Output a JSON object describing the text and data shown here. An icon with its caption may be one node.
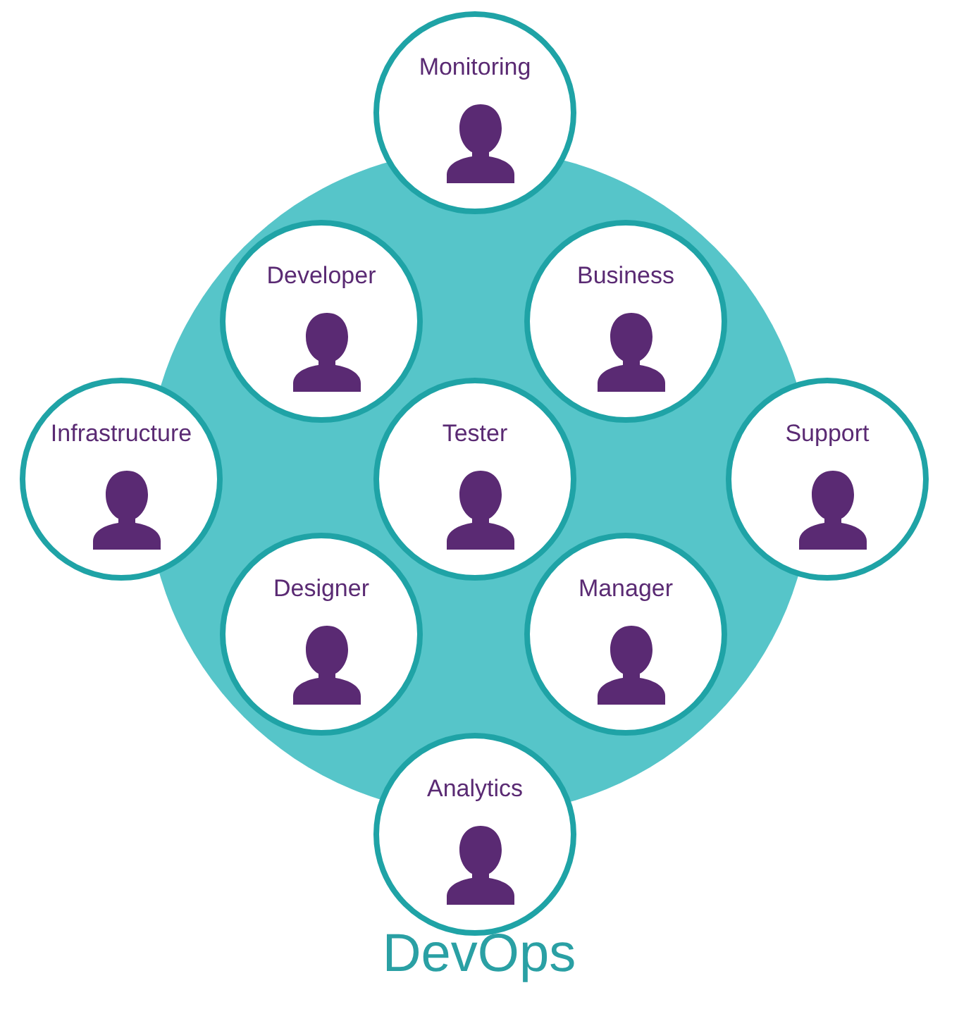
{
  "diagram": {
    "nodes": [
      {
        "text": [
          "DevOps"
        ]
      },
      {
        "text": [
          "Monitoring"
        ]
      },
      {
        "text": [
          "Developer"
        ],
        "in": 0
      },
      {
        "text": [
          "Business"
        ],
        "in": 0
      },
      {
        "text": [
          "Infrastructure"
        ]
      },
      {
        "text": [
          "Tester"
        ],
        "in": 0
      },
      {
        "text": [
          "Support"
        ]
      },
      {
        "text": [
          "Designer"
        ],
        "in": 0
      },
      {
        "text": [
          "Manager"
        ],
        "in": 0
      },
      {
        "text": [
          "Analytics"
        ]
      }
    ],
    "edges": []
  }
}
